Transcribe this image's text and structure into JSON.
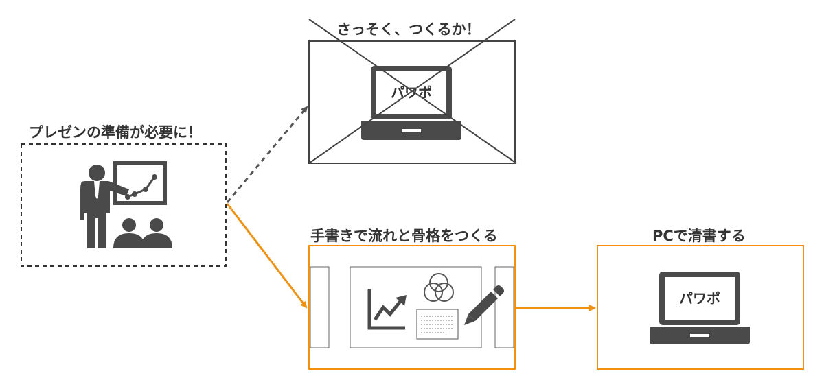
{
  "diagram": {
    "start_title": "プレゼンの準備が必要に！",
    "rejected_title": "さっそく、つくるか！",
    "rejected_screen_text": "パワポ",
    "handwrite_title": "手書きで流れと骨格をつくる",
    "final_title": "PCで清書する",
    "final_screen_text": "パワポ"
  },
  "colors": {
    "accent": "#f0920f",
    "ink": "#4a4a4a",
    "text": "#333333",
    "line": "#555555"
  },
  "icons": [
    "presenter-icon",
    "whiteboard-chart-icon",
    "audience-icon",
    "laptop-icon",
    "line-chart-icon",
    "venn-icon",
    "memo-icon",
    "pencil-icon"
  ]
}
